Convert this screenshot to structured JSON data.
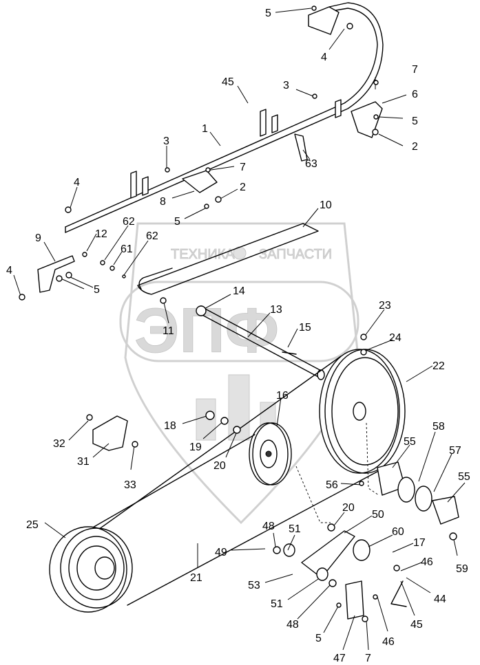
{
  "watermark": {
    "line1_left": "ТЕХНИКА",
    "line1_right": "ЗАПЧАСТИ",
    "logo": "ЭПФ"
  },
  "callouts": [
    "5",
    "4",
    "7",
    "6",
    "5",
    "2",
    "45",
    "3",
    "1",
    "3",
    "63",
    "7",
    "4",
    "2",
    "8",
    "5",
    "10",
    "9",
    "12",
    "62",
    "61",
    "62",
    "4",
    "5",
    "14",
    "11",
    "13",
    "15",
    "23",
    "24",
    "22",
    "16",
    "18",
    "19",
    "20",
    "32",
    "31",
    "33",
    "58",
    "55",
    "57",
    "55",
    "56",
    "20",
    "50",
    "25",
    "48",
    "51",
    "60",
    "17",
    "49",
    "46",
    "59",
    "21",
    "53",
    "44",
    "51",
    "48",
    "5",
    "47",
    "7",
    "46",
    "45"
  ]
}
